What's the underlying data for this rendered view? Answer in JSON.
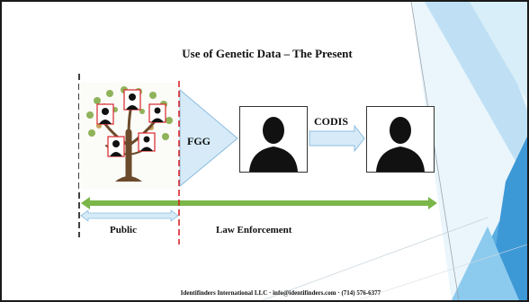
{
  "slide": {
    "title": "Use of Genetic Data – The Present",
    "fgg_label": "FGG",
    "codis_label": "CODIS",
    "public_label": "Public",
    "law_enforcement_label": "Law Enforcement",
    "footer": {
      "company": "Identifinders International LLC",
      "email": "info@identifinders.com",
      "phone": "(714) 576-6377",
      "separator": "·"
    }
  },
  "colors": {
    "accent_blue": "#4a9fd8",
    "light_blue": "#d6ebf7",
    "green_arrow": "#7ab648",
    "red_line": "#d9242b",
    "tree_brown": "#6b4a2b"
  },
  "icons": [
    "family-tree-icon",
    "person-silhouette-icon"
  ]
}
